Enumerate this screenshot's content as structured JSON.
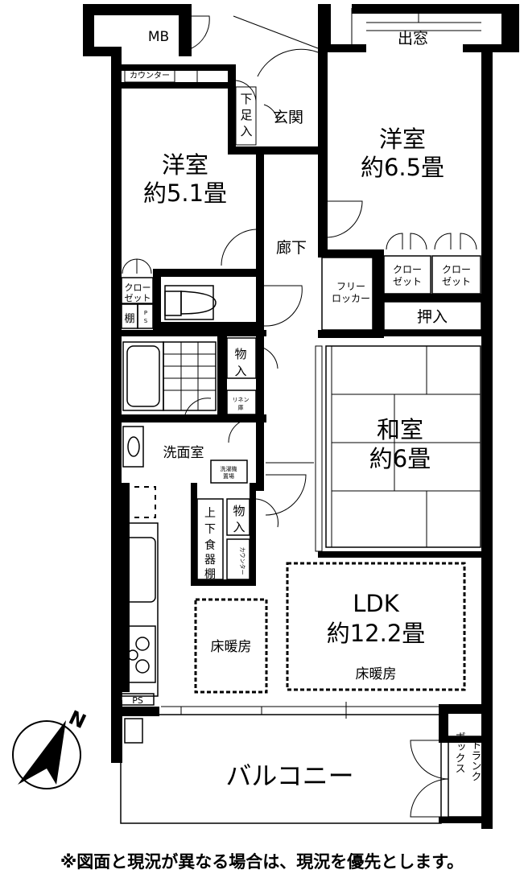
{
  "rooms": {
    "mb": "MB",
    "demado": "出窓",
    "counter_top": "カウンター",
    "genkan": "玄関",
    "getabako": "下足入",
    "youshitsu_a": {
      "name": "洋室",
      "size": "約5.1畳"
    },
    "youshitsu_b": {
      "name": "洋室",
      "size": "約6.5畳"
    },
    "rouka": "廊下",
    "closet_small": "クローゼット",
    "closet_b1": "クローゼット",
    "closet_b2": "クローゼット",
    "tana": "棚",
    "ps_small": "PS",
    "free_locker": "フリーロッカー",
    "oshiire": "押入",
    "monoire_1": "物入",
    "monoire_2": "物入",
    "linen": "リネン庫",
    "senmenshitsu": "洗面室",
    "washer": "洗濯機置場",
    "washitsu": {
      "name": "和室",
      "size": "約6畳"
    },
    "shokkidana": "上下食器棚",
    "counter_kitchen": "カウンター",
    "floor_heating_1": "床暖房",
    "ldk": {
      "name": "LDK",
      "size": "約12.2畳"
    },
    "floor_heating_2": "床暖房",
    "ps_bottom": "PS",
    "balcony": "バルコニー",
    "trunk_box": "トランクボックス",
    "north": "N"
  },
  "note": "※図面と現況が異なる場合は、現況を優先とします。"
}
